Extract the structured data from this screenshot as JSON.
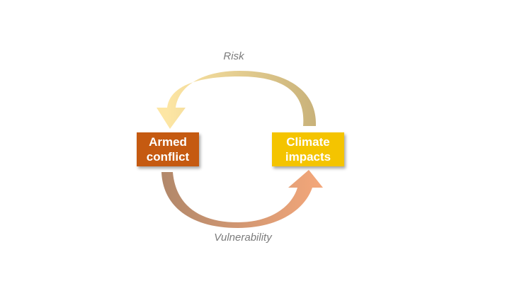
{
  "labels": {
    "top": "Risk",
    "bottom": "Vulnerability"
  },
  "nodes": {
    "armed_conflict": {
      "line1": "Armed",
      "line2": "conflict",
      "color": "#c55a11"
    },
    "climate_impacts": {
      "line1": "Climate",
      "line2": "impacts",
      "color": "#f4c400"
    }
  },
  "arrows": {
    "top_color_start": "#c9b27a",
    "top_color_end": "#fde6a4",
    "bottom_color_start": "#b0876a",
    "bottom_color_end": "#f4a77a"
  }
}
